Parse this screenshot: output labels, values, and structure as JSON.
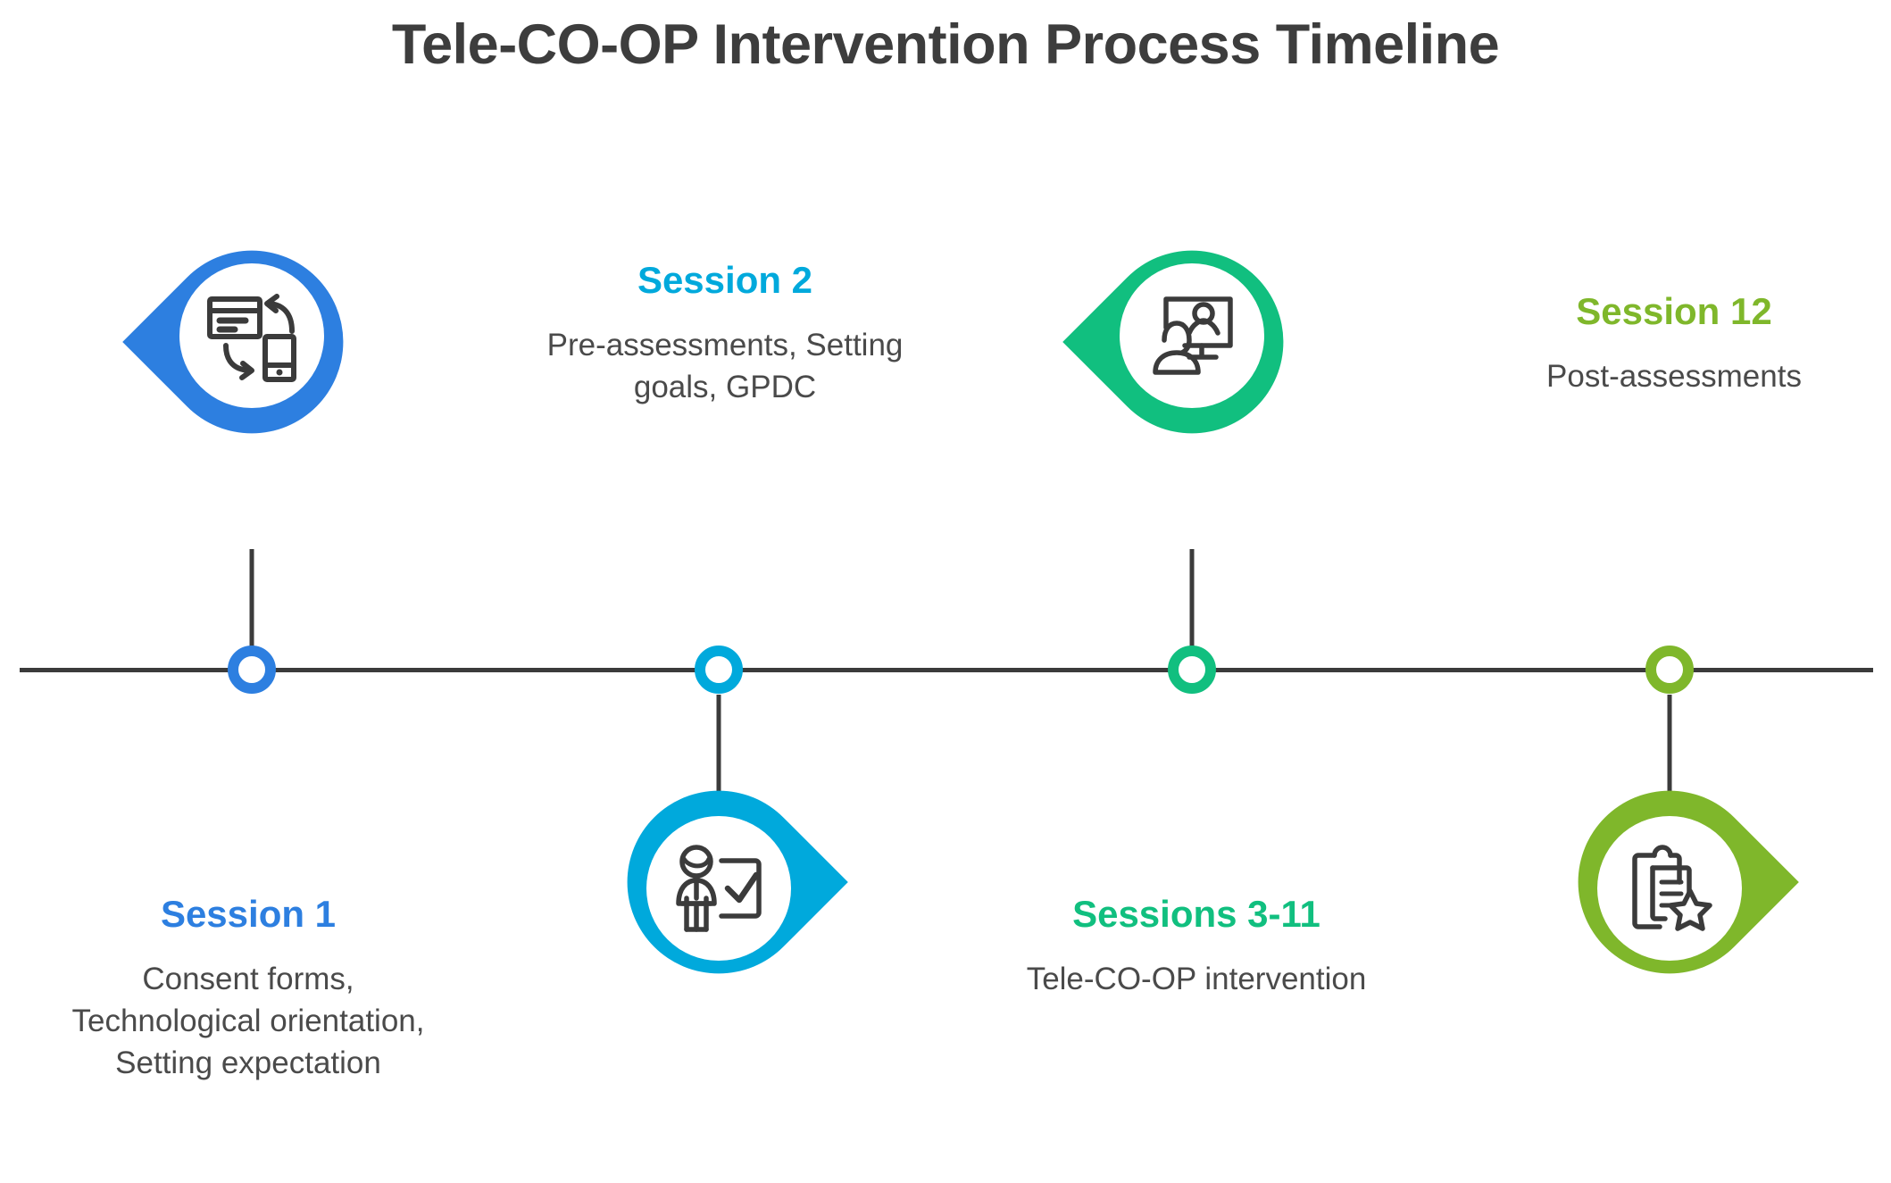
{
  "title": "Tele-CO-OP Intervention Process Timeline",
  "theme": {
    "background": "#ffffff",
    "title_color": "#3d3d3d",
    "axis_color": "#3b3b3b",
    "body_text_color": "#4a4a4a"
  },
  "timeline": {
    "axis_label": "process-timeline-axis",
    "milestones": [
      {
        "id": "session-1",
        "heading": "Session 1",
        "description": "Consent forms, Technological orientation, Setting expectation",
        "color": "#2D7FE0",
        "icon": "device-sync-icon",
        "marker_position": "above",
        "text_position": "below"
      },
      {
        "id": "session-2",
        "heading": "Session 2",
        "description": "Pre-assessments, Setting goals, GPDC",
        "color": "#00A9DC",
        "icon": "person-checklist-icon",
        "marker_position": "below",
        "text_position": "above"
      },
      {
        "id": "sessions-3-11",
        "heading": "Sessions 3-11",
        "description": "Tele-CO-OP intervention",
        "color": "#11BF7F",
        "icon": "telehealth-video-icon",
        "marker_position": "above",
        "text_position": "below"
      },
      {
        "id": "session-12",
        "heading": "Session 12",
        "description": "Post-assessments",
        "color": "#7FB72B",
        "icon": "clipboard-star-icon",
        "marker_position": "below",
        "text_position": "above"
      }
    ]
  }
}
